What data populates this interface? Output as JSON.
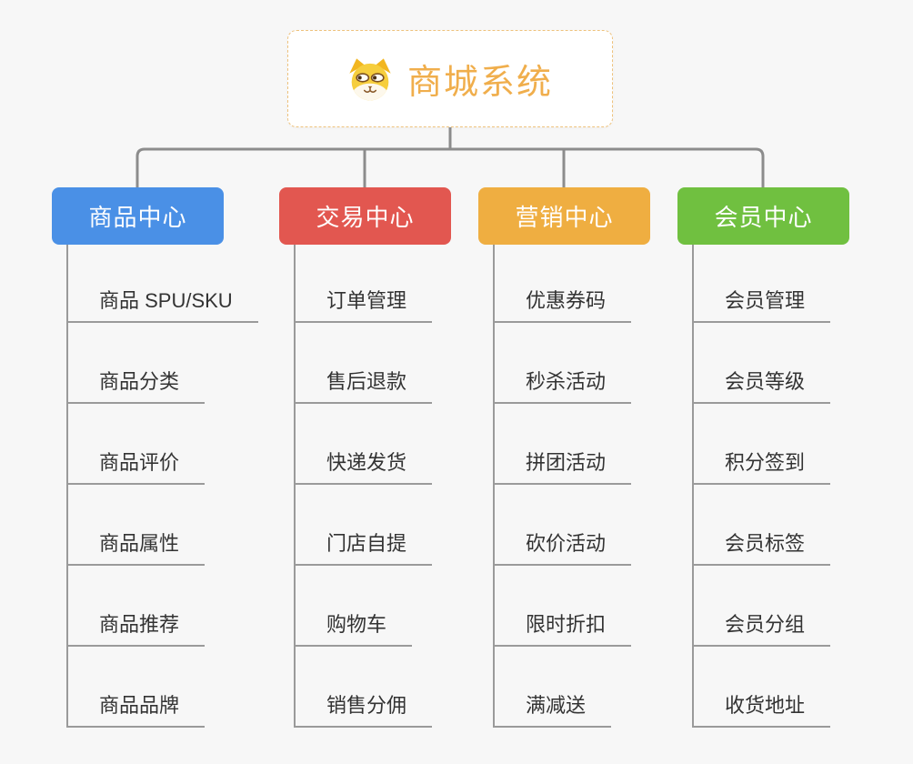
{
  "canvas": {
    "background_color": "#f7f7f7",
    "connector_color": "#8c8c8c",
    "branch_line_color": "#9a9a9a"
  },
  "root": {
    "label": "商城系统",
    "icon": "dog-face-icon",
    "text_color": "#f0ae4c",
    "border_color": "#eec27d",
    "background_color": "#ffffff"
  },
  "columns": [
    {
      "label": "商品中心",
      "color": "#4a90e6",
      "items": [
        "商品 SPU/SKU",
        "商品分类",
        "商品评价",
        "商品属性",
        "商品推荐",
        "商品品牌"
      ]
    },
    {
      "label": "交易中心",
      "color": "#e25750",
      "items": [
        "订单管理",
        "售后退款",
        "快递发货",
        "门店自提",
        "购物车",
        "销售分佣"
      ]
    },
    {
      "label": "营销中心",
      "color": "#efae41",
      "items": [
        "优惠券码",
        "秒杀活动",
        "拼团活动",
        "砍价活动",
        "限时折扣",
        "满减送"
      ]
    },
    {
      "label": "会员中心",
      "color": "#70c040",
      "items": [
        "会员管理",
        "会员等级",
        "积分签到",
        "会员标签",
        "会员分组",
        "收货地址"
      ]
    }
  ]
}
